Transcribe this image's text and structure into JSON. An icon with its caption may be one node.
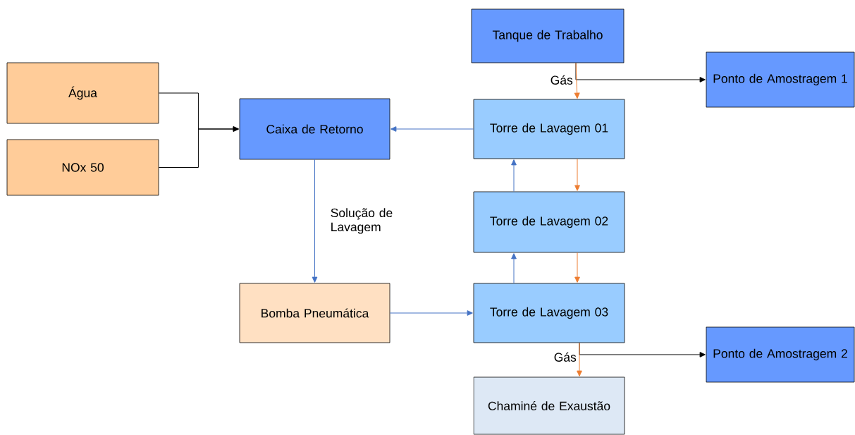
{
  "diagram": {
    "nodes": [
      {
        "text": [
          "Tanque de Trabalho"
        ]
      },
      {
        "text": [
          "Ponto de Amostragem 1"
        ]
      },
      {
        "text": [
          "Água"
        ]
      },
      {
        "text": [
          "Caixa de Retorno"
        ]
      },
      {
        "text": [
          "Torre de Lavagem 01"
        ]
      },
      {
        "text": [
          "NOx 50"
        ]
      },
      {
        "text": [
          "Torre de Lavagem 02"
        ]
      },
      {
        "text": [
          "Bomba Pneumática"
        ]
      },
      {
        "text": [
          "Torre de Lavagem 03"
        ]
      },
      {
        "text": [
          "Ponto de Amostragem 2"
        ]
      },
      {
        "text": [
          "Chaminé de Exaustão"
        ]
      }
    ],
    "edges": [
      {
        "from": 0,
        "to": 4,
        "arrow": "to",
        "label": "Gás",
        "color": "#ed7d31"
      },
      {
        "from": 0,
        "to": 1,
        "arrow": "to",
        "color": "#000000"
      },
      {
        "from": 2,
        "to": 3,
        "arrow": "to",
        "color": "#000000"
      },
      {
        "from": 5,
        "to": 3,
        "arrow": "to",
        "color": "#000000"
      },
      {
        "from": 4,
        "to": 3,
        "arrow": "to"
      },
      {
        "from": 3,
        "to": 7,
        "arrow": "to",
        "label": "Solução de Lavagem"
      },
      {
        "from": 7,
        "to": 8,
        "arrow": "to"
      },
      {
        "from": 6,
        "to": 4,
        "arrow": "to"
      },
      {
        "from": 8,
        "to": 6,
        "arrow": "to"
      },
      {
        "from": 4,
        "to": 6,
        "arrow": "to",
        "color": "#ed7d31"
      },
      {
        "from": 6,
        "to": 8,
        "arrow": "to",
        "color": "#ed7d31"
      },
      {
        "from": 8,
        "to": 10,
        "arrow": "to",
        "label": "Gás",
        "color": "#ed7d31"
      },
      {
        "from": 8,
        "to": 9,
        "arrow": "to",
        "color": "#000000"
      }
    ]
  }
}
